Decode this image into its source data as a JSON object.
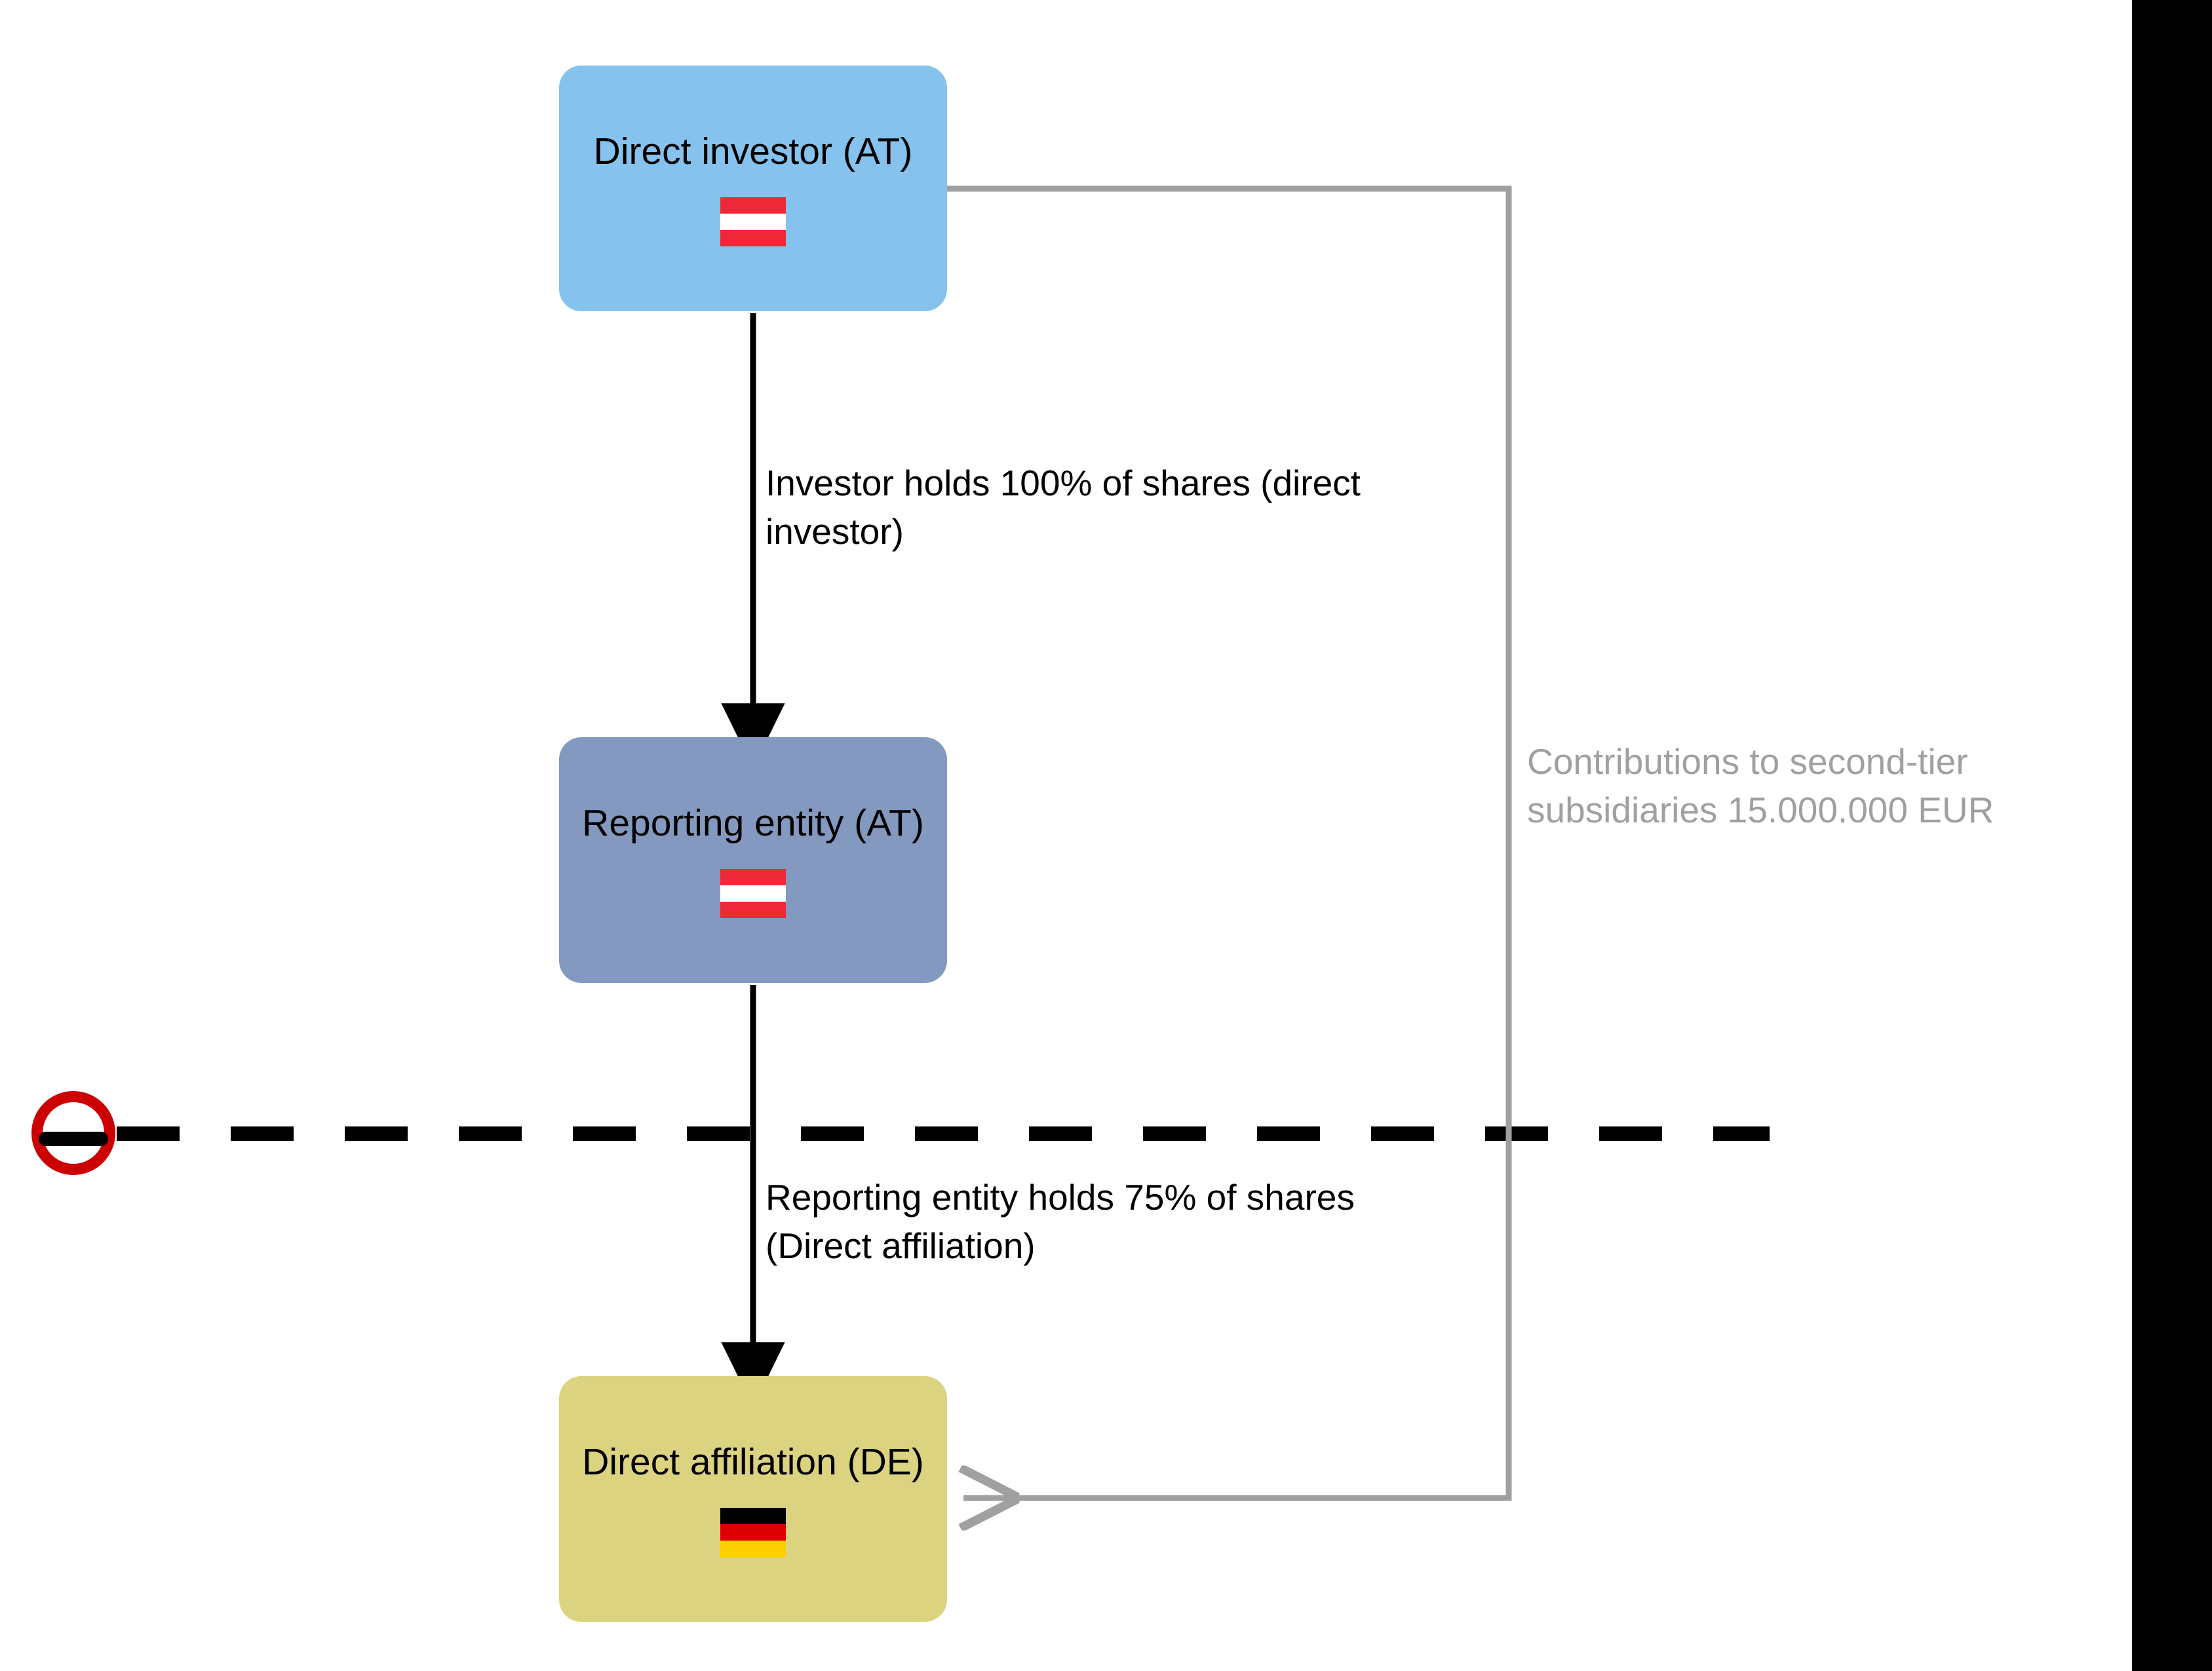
{
  "diagram": {
    "title_present": false,
    "background": "#ffffff",
    "right_band_color": "#000000",
    "nodes": [
      {
        "id": "direct-investor",
        "label": "Direct investor (AT)",
        "country_code": "AT",
        "flag": "austria-flag",
        "flag_colors": [
          "#ED2939",
          "#FFFFFF",
          "#ED2939"
        ],
        "fill": "#85C2EE"
      },
      {
        "id": "reporting-entity",
        "label": "Reporting entity (AT)",
        "country_code": "AT",
        "flag": "austria-flag",
        "flag_colors": [
          "#ED2939",
          "#FFFFFF",
          "#ED2939"
        ],
        "fill": "#8499C0"
      },
      {
        "id": "direct-affiliation",
        "label": "Direct affiliation (DE)",
        "country_code": "DE",
        "flag": "germany-flag",
        "flag_colors": [
          "#000000",
          "#DD0000",
          "#FFCE00"
        ],
        "fill": "#DCD381"
      }
    ],
    "edges": [
      {
        "id": "investor-to-reporting",
        "label": "Investor holds 100% of shares (direct investor)",
        "percent": "100%",
        "color": "#000000",
        "style": "solid-arrow"
      },
      {
        "id": "reporting-to-affiliation",
        "label": "Reporting entity holds 75% of shares (Direct affiliation)",
        "percent": "75%",
        "color": "#000000",
        "style": "solid-arrow"
      },
      {
        "id": "investor-to-affiliation-contribution",
        "label": "Contributions to second-tier subsidiaries 15.000.000 EUR",
        "amount": "15.000.000 EUR",
        "color": "#A0A0A0",
        "style": "orthogonal-arrow"
      }
    ],
    "border": {
      "id": "country-border",
      "marker_icon": "no-entry-icon",
      "marker_ring_color": "#CC0000",
      "marker_bar_color": "#000000",
      "line_style": "dashed",
      "line_color": "#000000"
    }
  }
}
